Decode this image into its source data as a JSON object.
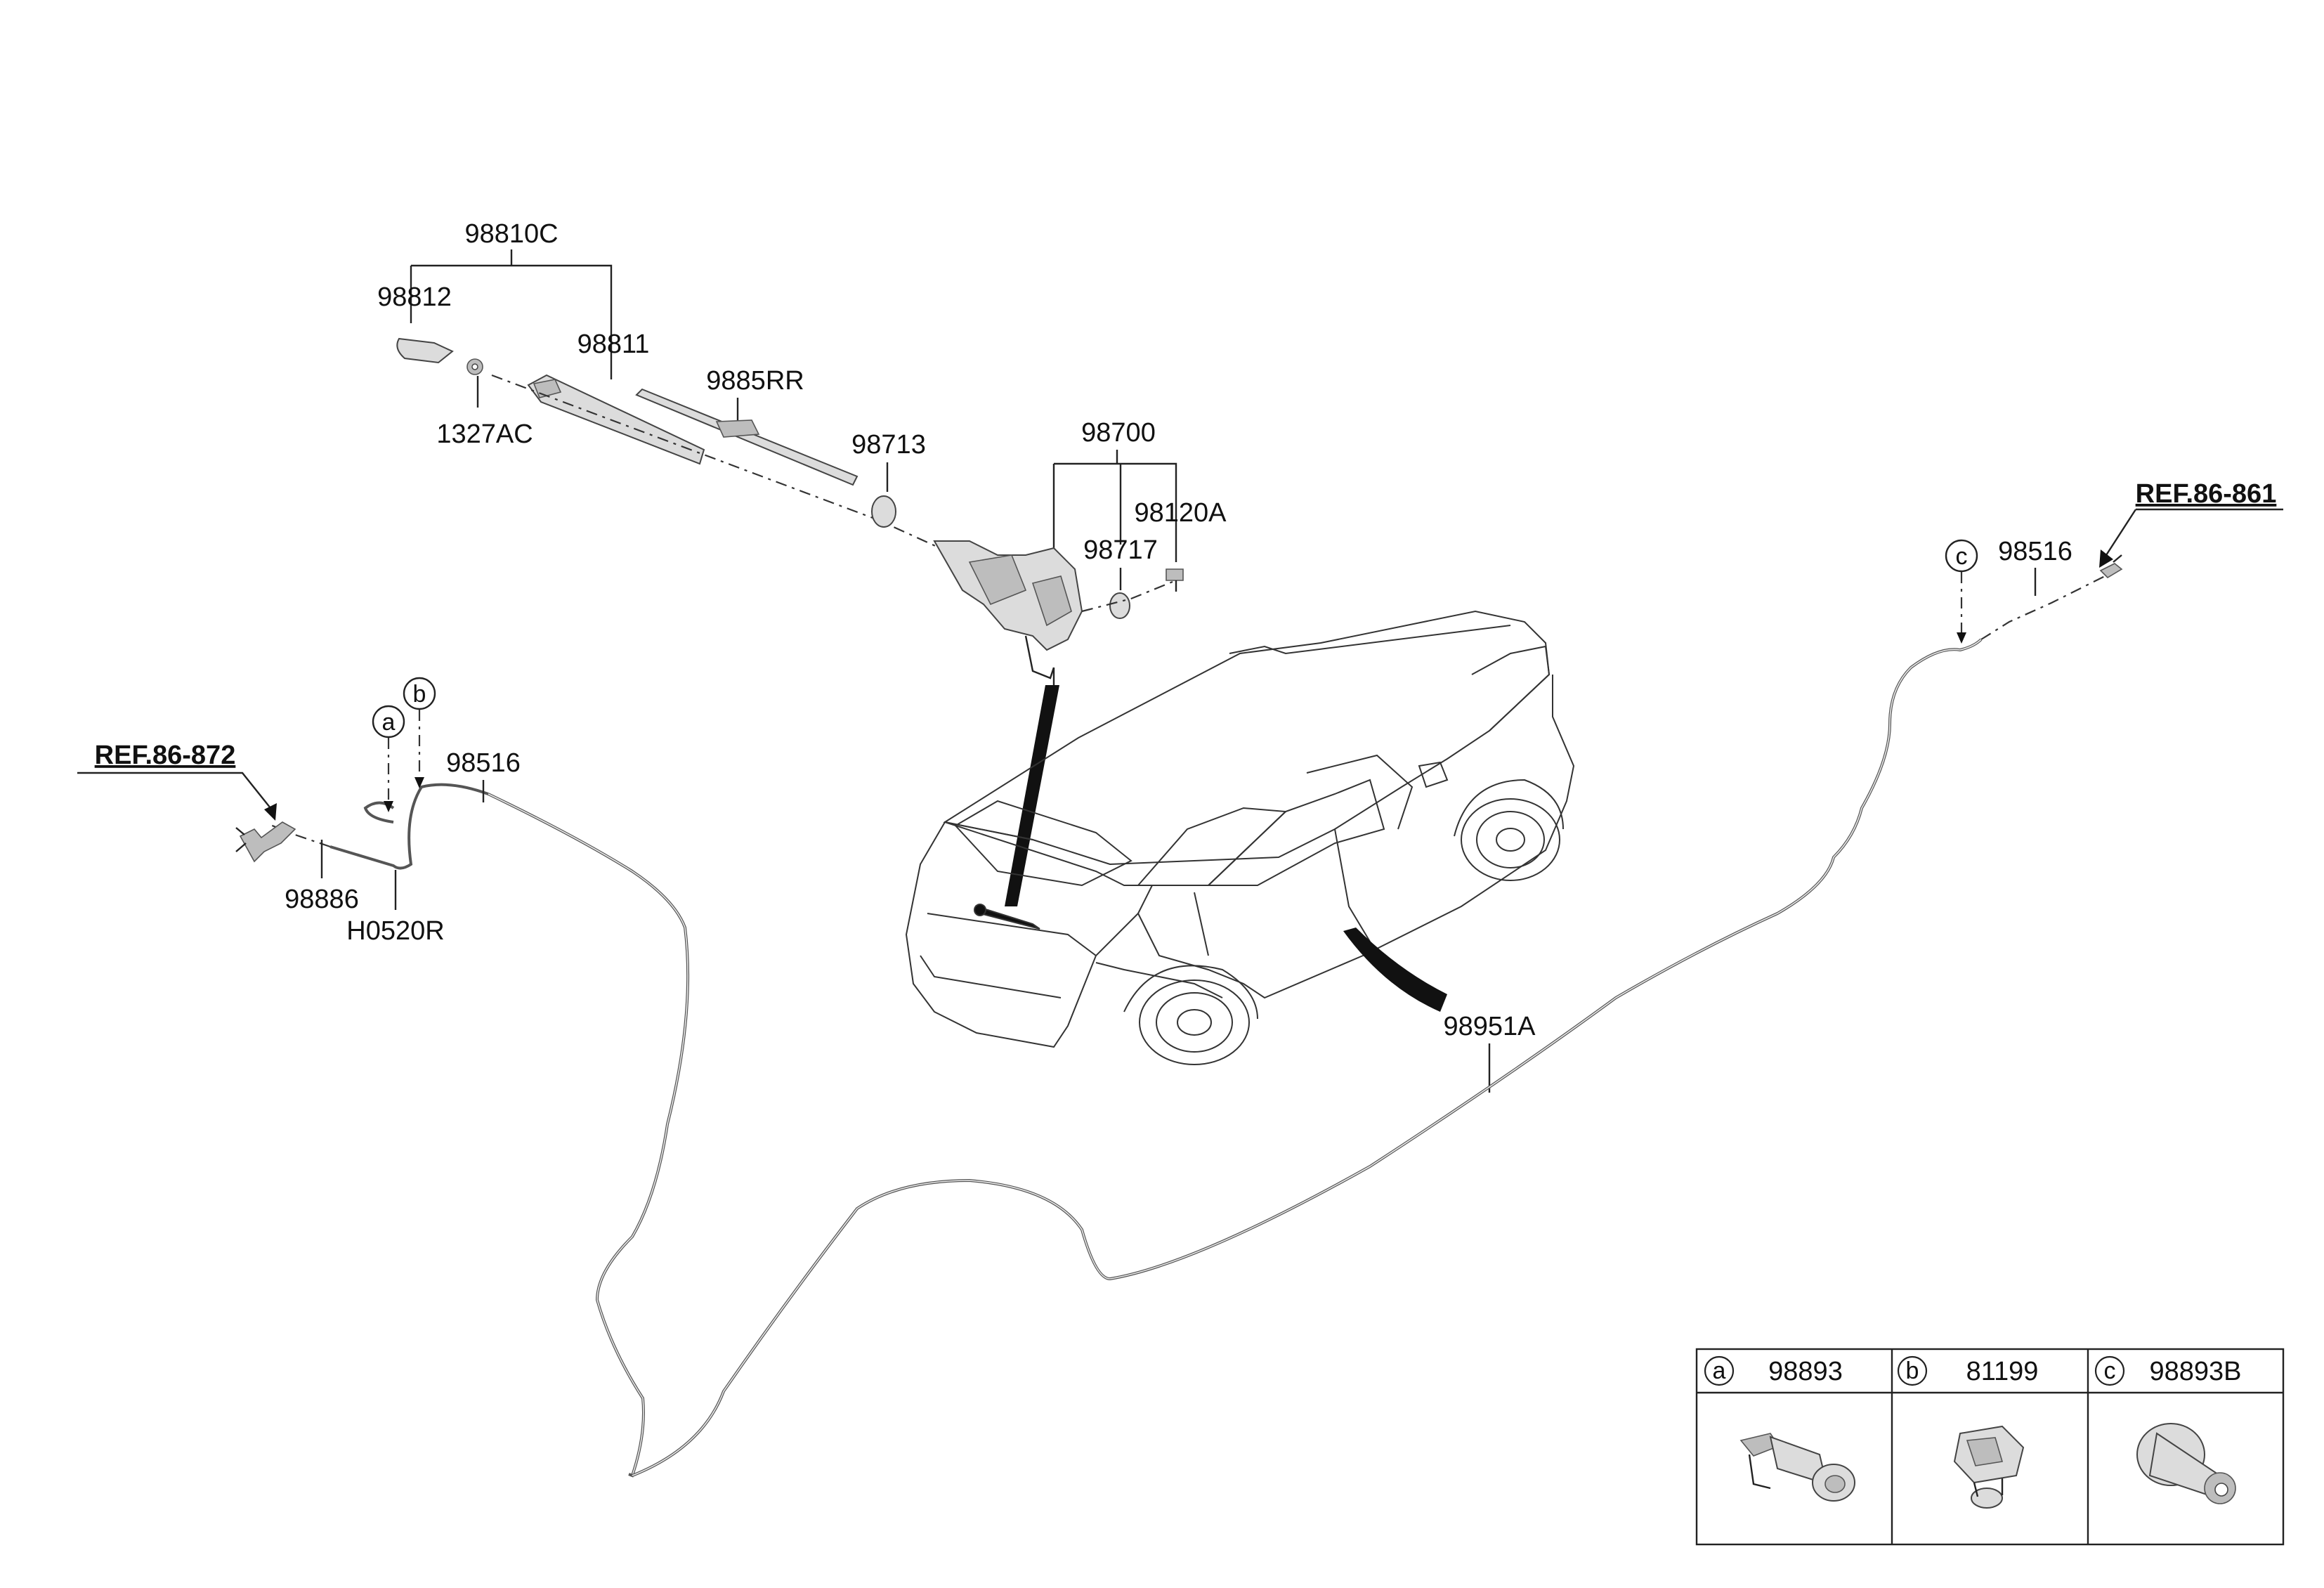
{
  "labels": {
    "assy_98810C": "98810C",
    "p98812": "98812",
    "p98811": "98811",
    "p1327AC": "1327AC",
    "p9885RR": "9885RR",
    "p98713": "98713",
    "assy_98700": "98700",
    "p98120A": "98120A",
    "p98717": "98717",
    "p98516_left": "98516",
    "p98886": "98886",
    "pH0520R": "H0520R",
    "p98516_right": "98516",
    "p98951A": "98951A"
  },
  "refs": {
    "left": "REF.86-872",
    "right": "REF.86-861"
  },
  "callouts": {
    "a": "a",
    "b": "b",
    "c": "c"
  },
  "legend": {
    "cells": [
      {
        "letter": "a",
        "part": "98893"
      },
      {
        "letter": "b",
        "part": "81199"
      },
      {
        "letter": "c",
        "part": "98893B"
      }
    ]
  }
}
